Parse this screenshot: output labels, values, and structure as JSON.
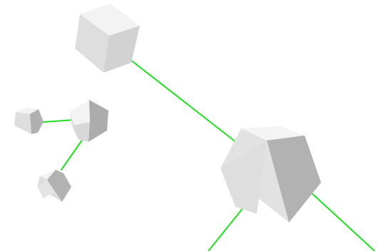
{
  "colors": {
    "background": "#ffffff",
    "edge": "#22dd22",
    "cube_top": "#f3f3f3",
    "cube_left": "#dedede",
    "cube_right": "#b2b2b2"
  },
  "nodes": [
    {
      "id": "cube-top-left"
    },
    {
      "id": "cube-large"
    },
    {
      "id": "cube-middle"
    },
    {
      "id": "cube-far-left"
    },
    {
      "id": "cube-bottom-left"
    }
  ],
  "edges": [
    {
      "from": "cube-top-left",
      "to": "cube-large"
    },
    {
      "from": "cube-far-left",
      "to": "cube-middle"
    },
    {
      "from": "cube-middle",
      "to": "cube-bottom-left"
    },
    {
      "from": "cube-large",
      "to": "offscreen-bottom-left"
    },
    {
      "from": "cube-large",
      "to": "offscreen-bottom-right"
    }
  ]
}
